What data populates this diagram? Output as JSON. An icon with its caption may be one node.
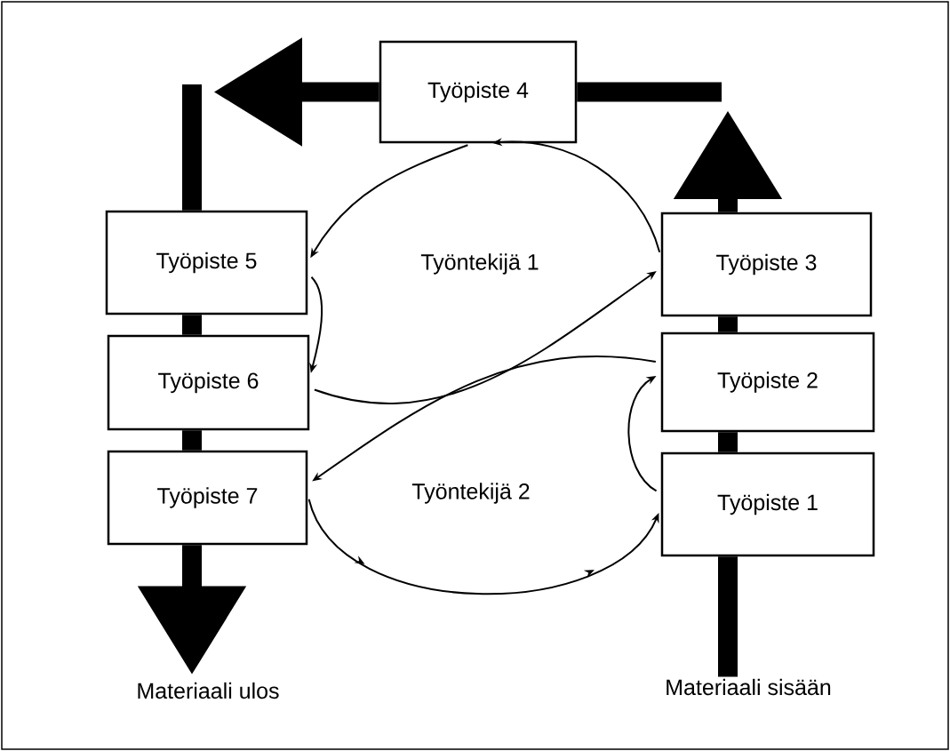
{
  "diagram": {
    "nodes": [
      {
        "text": [
          "Työpiste 4"
        ]
      },
      {
        "text": [
          "Työpiste 5"
        ]
      },
      {
        "text": [
          "Työpiste 3"
        ]
      },
      {
        "text": [
          "Työpiste 6"
        ]
      },
      {
        "text": [
          "Työpiste 2"
        ]
      },
      {
        "text": [
          "Työpiste 7"
        ]
      },
      {
        "text": [
          "Työpiste 1"
        ]
      },
      {
        "text": [
          "Materiaali ulos"
        ]
      },
      {
        "text": [
          "Materiaali sisään"
        ]
      }
    ],
    "edges": [
      {
        "from": 8,
        "to": 6,
        "arrow": "none"
      },
      {
        "from": 6,
        "to": 4,
        "arrow": "none"
      },
      {
        "from": 4,
        "to": 2,
        "arrow": "none"
      },
      {
        "from": 2,
        "to": null,
        "arrow": "to"
      },
      {
        "from": null,
        "to": 0,
        "arrow": "none"
      },
      {
        "from": 0,
        "to": null,
        "arrow": "to"
      },
      {
        "from": null,
        "to": 1,
        "arrow": "none"
      },
      {
        "from": 1,
        "to": 3,
        "arrow": "none"
      },
      {
        "from": 3,
        "to": 5,
        "arrow": "none"
      },
      {
        "from": 5,
        "to": 7,
        "arrow": "to"
      },
      {
        "from": 2,
        "to": 0,
        "arrow": "to"
      },
      {
        "from": 0,
        "to": 1,
        "arrow": "to"
      },
      {
        "from": 1,
        "to": 3,
        "arrow": "to"
      },
      {
        "from": 3,
        "to": 2,
        "arrow": "to"
      },
      {
        "from": 4,
        "to": 5,
        "arrow": "to"
      },
      {
        "from": 5,
        "to": 6,
        "arrow": "to"
      },
      {
        "from": 6,
        "to": 4,
        "arrow": "to"
      }
    ],
    "labels": [
      "Työntekijä 1",
      "Työntekijä 2"
    ]
  }
}
